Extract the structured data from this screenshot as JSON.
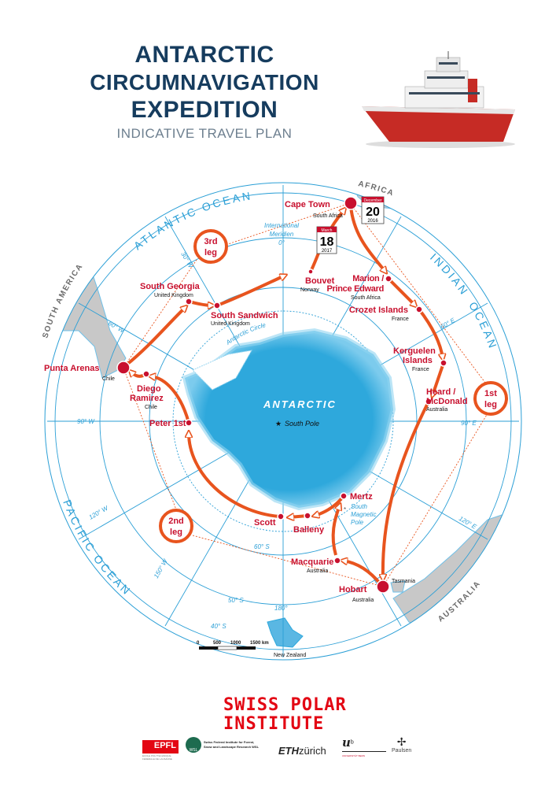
{
  "header": {
    "title_lines": [
      "ANTARCTIC",
      "CIRCUMNAVIGATION",
      "EXPEDITION"
    ],
    "subtitle": "INDICATIVE TRAVEL PLAN"
  },
  "map": {
    "center_label": "ANTARCTIC",
    "south_pole": "South Pole",
    "south_magnetic_pole": [
      "South",
      "Magnetic",
      "Pole"
    ],
    "international_meridian": [
      "International",
      "Meridien",
      "0°"
    ],
    "antarctic_circle": "Antarctic Circle",
    "oceans": {
      "atlantic": "ATLANTIC OCEAN",
      "indian_1": "INDIAN",
      "indian_2": "OCEAN",
      "pacific": "PACIFIC OCEAN"
    },
    "continents": {
      "south_america": "SOUTH AMERICA",
      "africa": "AFRICA",
      "australia": "AUSTRALIA"
    },
    "grid_labels": {
      "w30": "30° W",
      "w60": "60° W",
      "w90": "90° W",
      "w120": "120° W",
      "w150": "150° W",
      "e60": "60° E",
      "e90": "90° E",
      "e120": "120° E",
      "d180": "180°",
      "s60": "60° S",
      "s50": "50° S",
      "s40": "40° S"
    },
    "stops": {
      "cape_town": {
        "name": "Cape Town",
        "country": "South Africa"
      },
      "marion": {
        "name": [
          "Marion /",
          "Prince Edward"
        ],
        "country": "South Africa"
      },
      "crozet": {
        "name": "Crozet Islands",
        "country": "France"
      },
      "kerguelen": {
        "name": [
          "Kerguelen",
          "Islands"
        ],
        "country": "France"
      },
      "heard": {
        "name": [
          "Heard /",
          "McDonald"
        ],
        "country": "Australia"
      },
      "hobart": {
        "name": "Hobart",
        "country": "Australia",
        "region": "Tasmania"
      },
      "macquarie": {
        "name": "Macquarie",
        "country": "Australia"
      },
      "mertz": {
        "name": "Mertz"
      },
      "balleny": {
        "name": "Balleny"
      },
      "scott": {
        "name": "Scott"
      },
      "peter": {
        "name": "Peter 1st"
      },
      "diego": {
        "name": [
          "Diego",
          "Ramirez"
        ],
        "country": "Chile"
      },
      "punta": {
        "name": "Punta Arenas",
        "country": "Chile"
      },
      "south_georgia": {
        "name": "South Georgia",
        "country": "United Kingdom"
      },
      "south_sandwich": {
        "name": "South Sandwich",
        "country": "United Kingdom"
      },
      "bouvet": {
        "name": "Bouvet",
        "country": "Norway"
      },
      "new_zealand": {
        "name": "New Zealand"
      }
    },
    "calendars": [
      {
        "month": "December",
        "day": "20",
        "year": "2016"
      },
      {
        "month": "March",
        "day": "18",
        "year": "2017"
      }
    ],
    "legs": [
      {
        "number": "1st",
        "word": "leg"
      },
      {
        "number": "2nd",
        "word": "leg"
      },
      {
        "number": "3rd",
        "word": "leg"
      }
    ],
    "scale": {
      "ticks": [
        "0",
        "500",
        "1000",
        "1500 km"
      ]
    },
    "colors": {
      "route": "#e8541e",
      "stop": "#c8102e",
      "ice": "#2ea8dc",
      "grid": "#2b9fd6",
      "land": "#c8c8c8"
    }
  },
  "footer": {
    "title_lines": [
      "SWISS POLAR",
      "INSTITUTE"
    ],
    "logos": {
      "epfl": "EPFL",
      "epfl_sub": "ÉCOLE POLYTECHNIQUE FÉDÉRALE DE LAUSANNE",
      "wsl": "WSL",
      "wsl_text": [
        "Swiss Federal Institute for Forest,",
        "Snow and Landscape Research WSL"
      ],
      "eth_bold": "ETH",
      "eth_rest": "zürich",
      "unibe": "u",
      "unibe_sup": "b",
      "unibe_sub": "UNIVERSITÄT BERN",
      "paulsen": "Paulsen"
    }
  }
}
